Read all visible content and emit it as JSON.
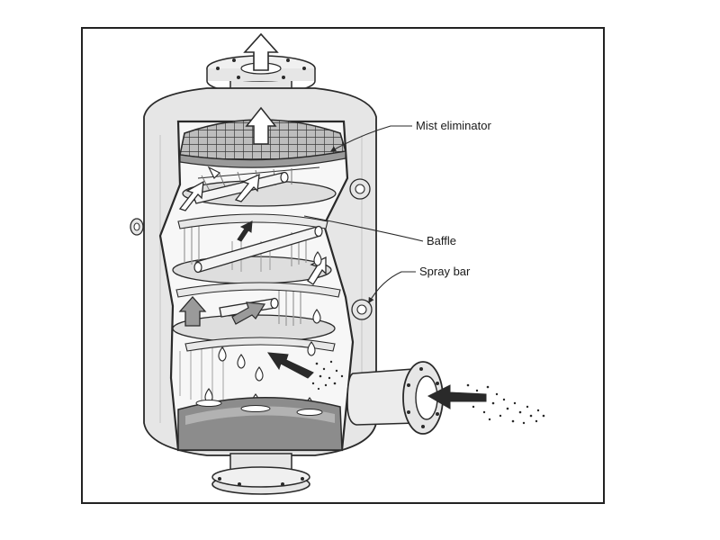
{
  "labels": {
    "mist_eliminator": "Mist eliminator",
    "baffle": "Baffle",
    "spray_bar": "Spray bar"
  },
  "colors": {
    "line": "#2a2a2a",
    "shell_fill": "#e6e6e6",
    "interior_fill": "#f7f7f7",
    "liquid_fill": "#8c8c8c",
    "baffle_fill": "#dedede"
  }
}
